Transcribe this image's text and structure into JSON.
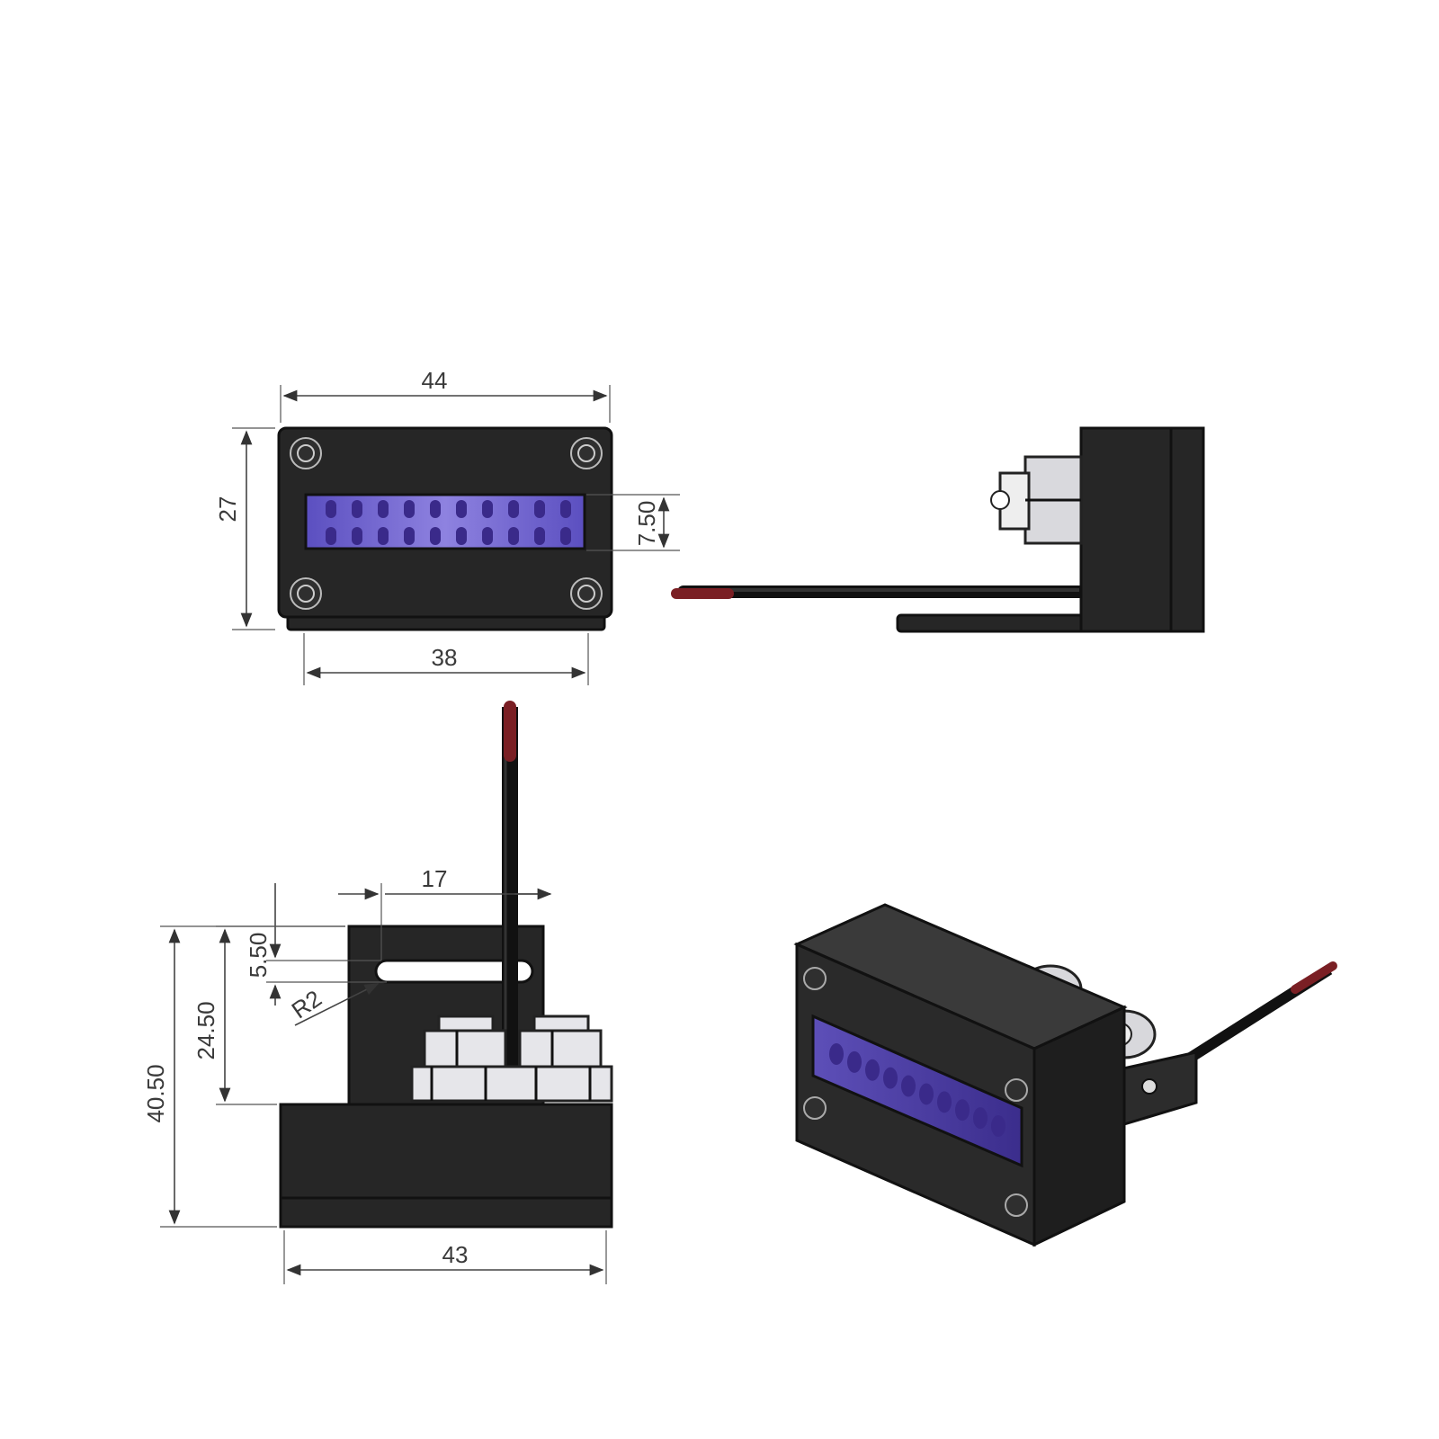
{
  "dimensions": {
    "front_width": "44",
    "front_height": "27",
    "window_height": "7.50",
    "base_width_front": "38",
    "slot_offset": "17",
    "slot_height": "5.50",
    "slot_radius": "R2",
    "slot_to_base": "24.50",
    "total_height": "40.50",
    "base_width_side": "43"
  },
  "colors": {
    "housing": "#262626",
    "uv_window": "#6a5cc8",
    "led": "#3a2a8a",
    "nut": "#e6e6ea",
    "wire_red": "#7a1f24"
  }
}
